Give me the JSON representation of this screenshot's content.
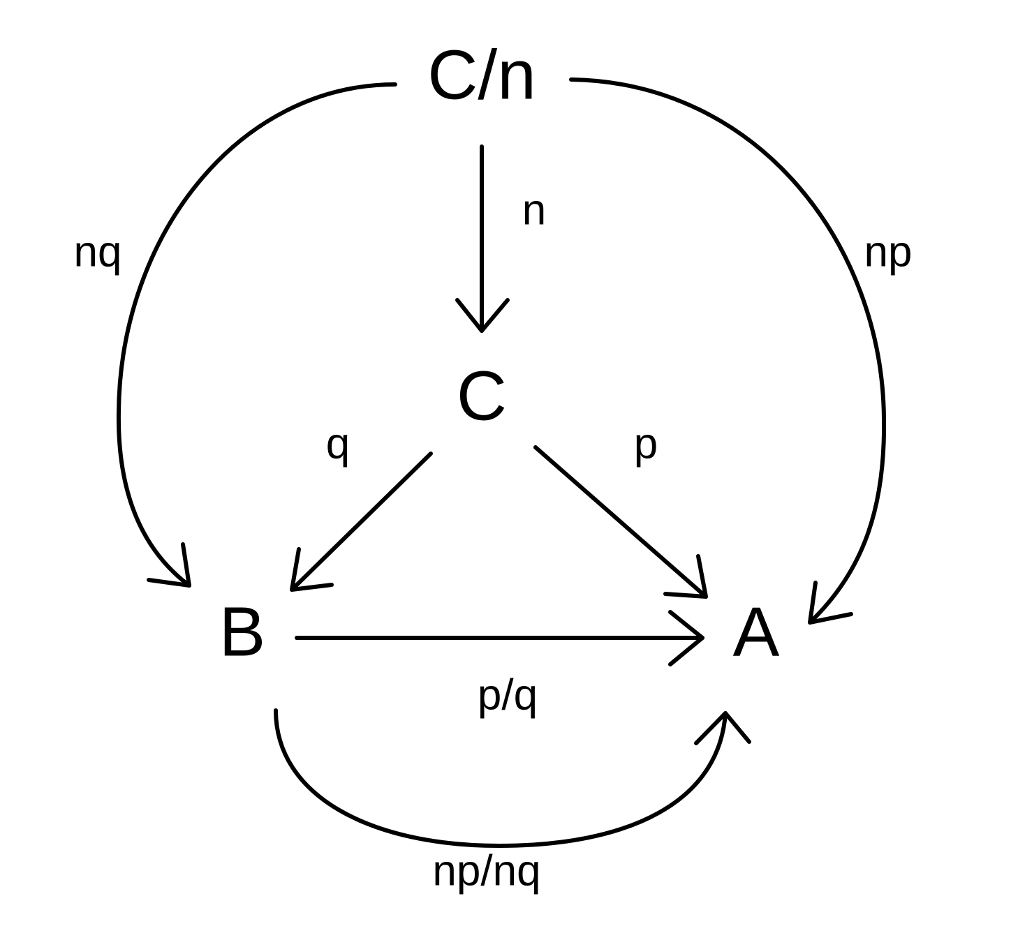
{
  "colors": {
    "ink": "#000000",
    "background": "#ffffff"
  },
  "nodes": {
    "cn": "C/n",
    "c": "C",
    "b": "B",
    "a": "A"
  },
  "edges": {
    "cn_to_c": "n",
    "c_to_b": "q",
    "c_to_a": "p",
    "b_to_a": "p/q",
    "cn_to_b": "nq",
    "cn_to_a": "np",
    "b_to_a_curved": "np/nq"
  }
}
